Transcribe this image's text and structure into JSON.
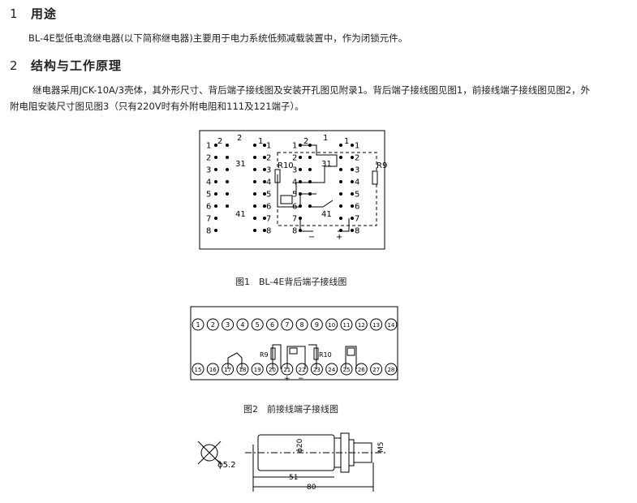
{
  "section1": {
    "num": "1",
    "title": "用途",
    "text": "BL-4E型低电流继电器(以下简称继电器)主要用于电力系统低频减载装置中，作为闭锁元件。"
  },
  "section2": {
    "num": "2",
    "title": "结构与工作原理",
    "text_line1": "继电器采用JCK-10A/3壳体，其外形尺寸、背后端子接线图及安装开孔图见附录1。背后端子接线图见图1，前接线端子接线图见图2，外",
    "text_line2": "附电阻安装尺寸图见图3（只有220V时有外附电阻和111及121端子）。"
  },
  "figure1": {
    "caption": "图1　BL-4E背后端子接线图",
    "group_labels": [
      "2",
      "1"
    ],
    "col1_labels": [
      "1",
      "2",
      "3",
      "4",
      "5",
      "6",
      "7",
      "8"
    ],
    "col1_top_label": "2",
    "col2_top_label": "1",
    "col3_top_label": "2",
    "col4_top_label": "1",
    "right_labels": [
      "1",
      "2",
      "3",
      "4",
      "5",
      "6",
      "7",
      "8"
    ],
    "label_31": "31",
    "label_41": "41",
    "label_r10": "R10",
    "label_r9": "R9",
    "plus": "+",
    "minus": "−"
  },
  "figure2": {
    "caption": "图2　前接线端子接线图",
    "top_terminals": [
      "1",
      "2",
      "3",
      "4",
      "5",
      "6",
      "7",
      "8",
      "9",
      "10",
      "11",
      "12",
      "13",
      "14"
    ],
    "bottom_terminals": [
      "15",
      "16",
      "17",
      "18",
      "19",
      "20",
      "21",
      "22",
      "23",
      "24",
      "25",
      "26",
      "27",
      "28"
    ],
    "label_r9": "R9",
    "label_r10": "R10",
    "plus": "+",
    "minus": "−"
  },
  "figure3": {
    "diameter_hole": "ϕ5.2",
    "diameter_body": "ϕ20",
    "dim_51": "51",
    "dim_80": "80",
    "thread": "M5"
  }
}
